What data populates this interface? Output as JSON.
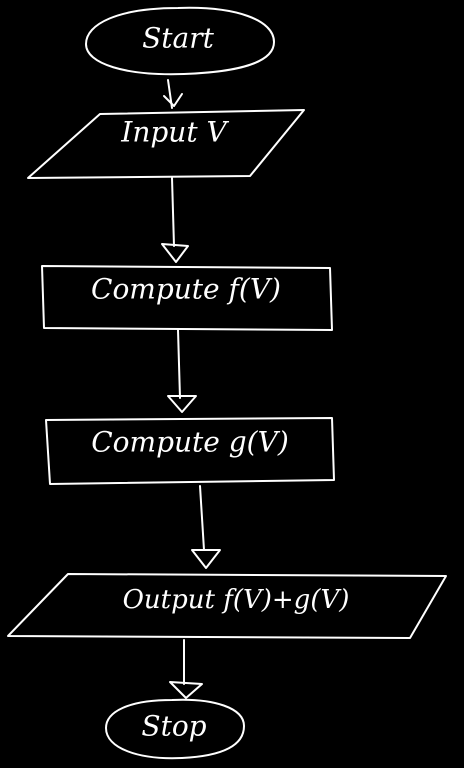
{
  "flowchart": {
    "start": "Start",
    "input": "Input V",
    "compute_f": "Compute f(V)",
    "compute_g": "Compute g(V)",
    "output": "Output f(V)+g(V)",
    "stop": "Stop"
  },
  "colors": {
    "background": "#000000",
    "ink": "#ffffff"
  }
}
